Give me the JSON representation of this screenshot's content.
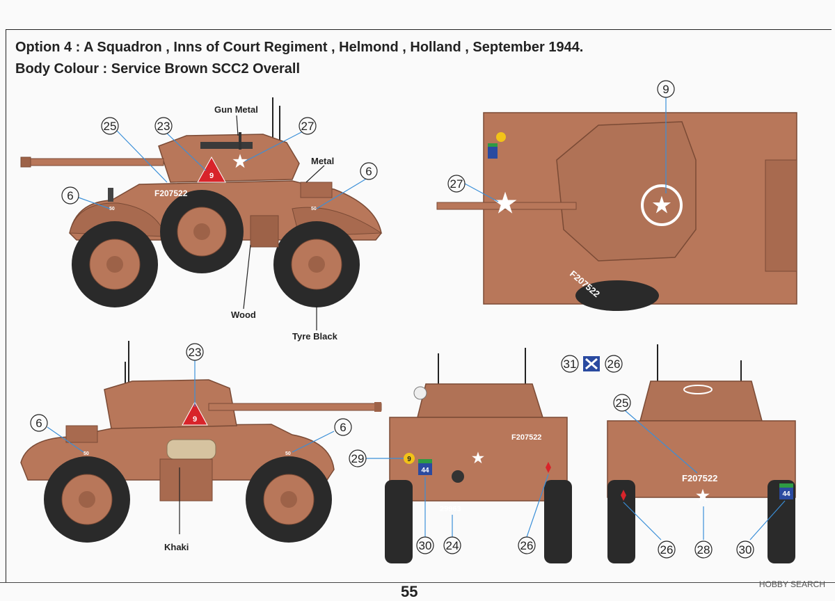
{
  "title": "Option 4 : A Squadron , Inns of Court Regiment , Helmond , Holland , September 1944.",
  "subtitle": "Body Colour : Service Brown SCC2 Overall",
  "page_number": "55",
  "watermark": "HOBBY SEARCH",
  "paint_labels": {
    "gun_metal": "Gun Metal",
    "metal": "Metal",
    "wood": "Wood",
    "tyre_black": "Tyre Black",
    "khaki": "Khaki"
  },
  "decal_text": {
    "serial": "F207522",
    "front_number": "29963",
    "bridge_class": "9",
    "unit_code": "44",
    "weight_class": "50"
  },
  "callouts": {
    "c6": "6",
    "c9": "9",
    "c23": "23",
    "c24": "24",
    "c25": "25",
    "c26": "26",
    "c27": "27",
    "c28": "28",
    "c29": "29",
    "c30": "30",
    "c31": "31"
  },
  "colors": {
    "body": "#b8775a",
    "body_dark": "#8f5a43",
    "tyre": "#2a2a2a",
    "callout_line": "#3a8fd8",
    "decal_red": "#d8242a",
    "decal_yellow": "#f2c318",
    "decal_blue": "#2a4aa0",
    "decal_green": "#2e9a44"
  }
}
